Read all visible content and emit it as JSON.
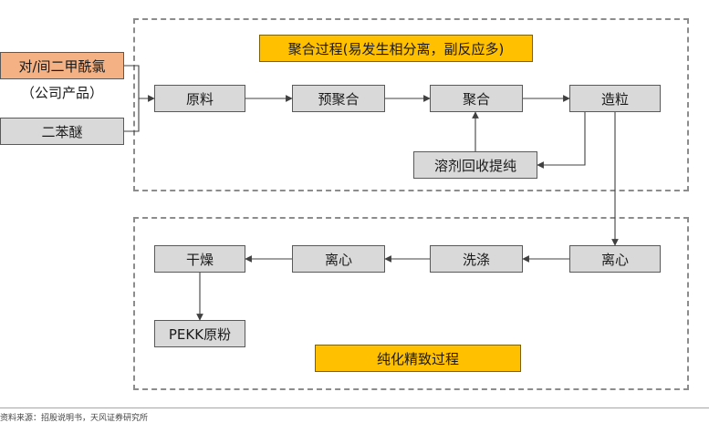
{
  "regions": {
    "polymerization_title": "聚合过程(易发生相分离，副反应多)",
    "purification_title": "纯化精致过程"
  },
  "inputs": {
    "diacid_chloride": "对/间二甲酰氯",
    "company_product": "（公司产品）",
    "diphenyl_ether": "二苯醚"
  },
  "nodes": {
    "raw_material": "原料",
    "prepolymerization": "预聚合",
    "polymerization": "聚合",
    "granulation": "造粒",
    "solvent_recovery": "溶剂回收提纯",
    "centrifuge_1": "离心",
    "washing": "洗涤",
    "centrifuge_2": "离心",
    "drying": "干燥",
    "pekk_powder": "PEKK原粉"
  },
  "footer": {
    "source": "资料来源：招股说明书，天风证券研究所"
  },
  "colors": {
    "box_fill": "#d9d9d9",
    "highlight_fill": "#f4b183",
    "banner_fill": "#ffc000",
    "region_border": "#8c8c8c",
    "arrow": "#404040"
  }
}
